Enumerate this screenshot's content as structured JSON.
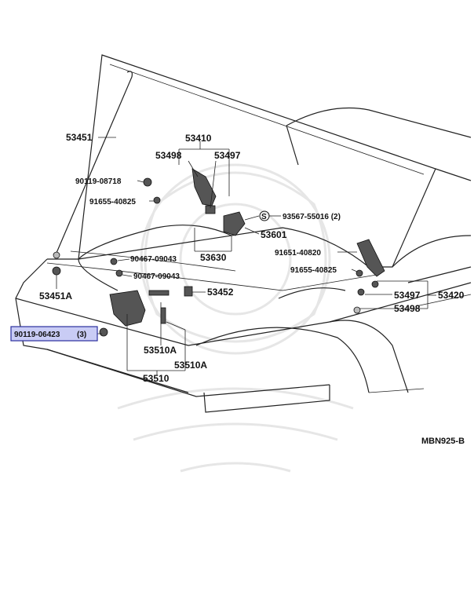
{
  "diagram": {
    "drawing_code": "MBN925-B",
    "labels": {
      "p53451": "53451",
      "p53410": "53410",
      "p53498_top": "53498",
      "p53497_top": "53497",
      "p90119_08718": "90119-08718",
      "p91655_40825_left": "91655-40825",
      "p93567_55016": "93567-55016 (2)",
      "p53601": "53601",
      "p53630": "53630",
      "p90467_09043_a": "90467-09043",
      "p90467_09043_b": "90467-09043",
      "p91651_40820": "91651-40820",
      "p91655_40825_right": "91655-40825",
      "p53451A": "53451A",
      "p53452": "53452",
      "p53497_right": "53497",
      "p53420": "53420",
      "p53498_right": "53498",
      "p53510A_a": "53510A",
      "p53510A_b": "53510A",
      "p53510": "53510",
      "highlighted_part": "90119-06423",
      "highlighted_qty": "(3)",
      "s_marker": "S"
    }
  }
}
